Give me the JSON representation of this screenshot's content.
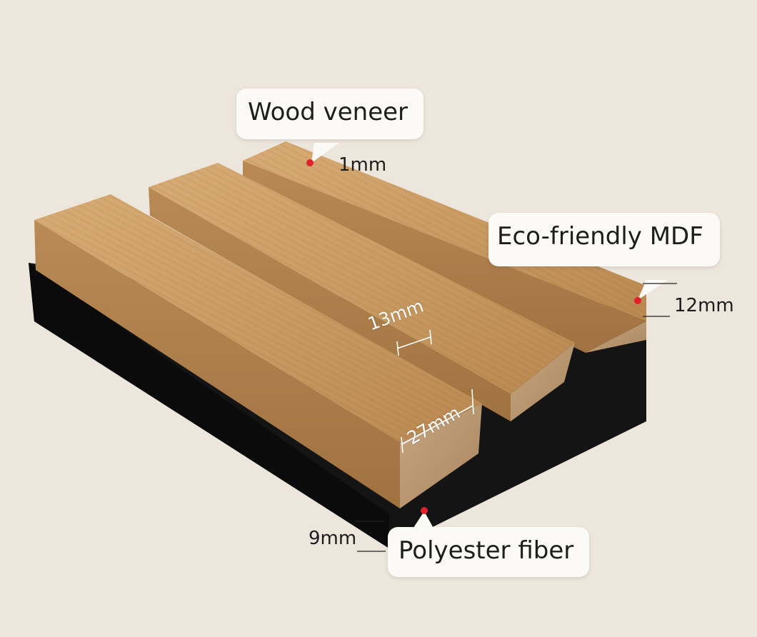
{
  "labels": {
    "wood_veneer": "Wood veneer",
    "eco_mdf": "Eco-friendly MDF",
    "polyester": "Polyester fiber"
  },
  "dimensions": {
    "veneer_thickness": "1mm",
    "mdf_thickness": "12mm",
    "gap_width": "13mm",
    "slat_width": "27mm",
    "felt_thickness": "9mm"
  },
  "colors": {
    "background": "#ece6dc",
    "wood": "#c89a63",
    "felt": "#141414",
    "marker": "#e0202a"
  }
}
